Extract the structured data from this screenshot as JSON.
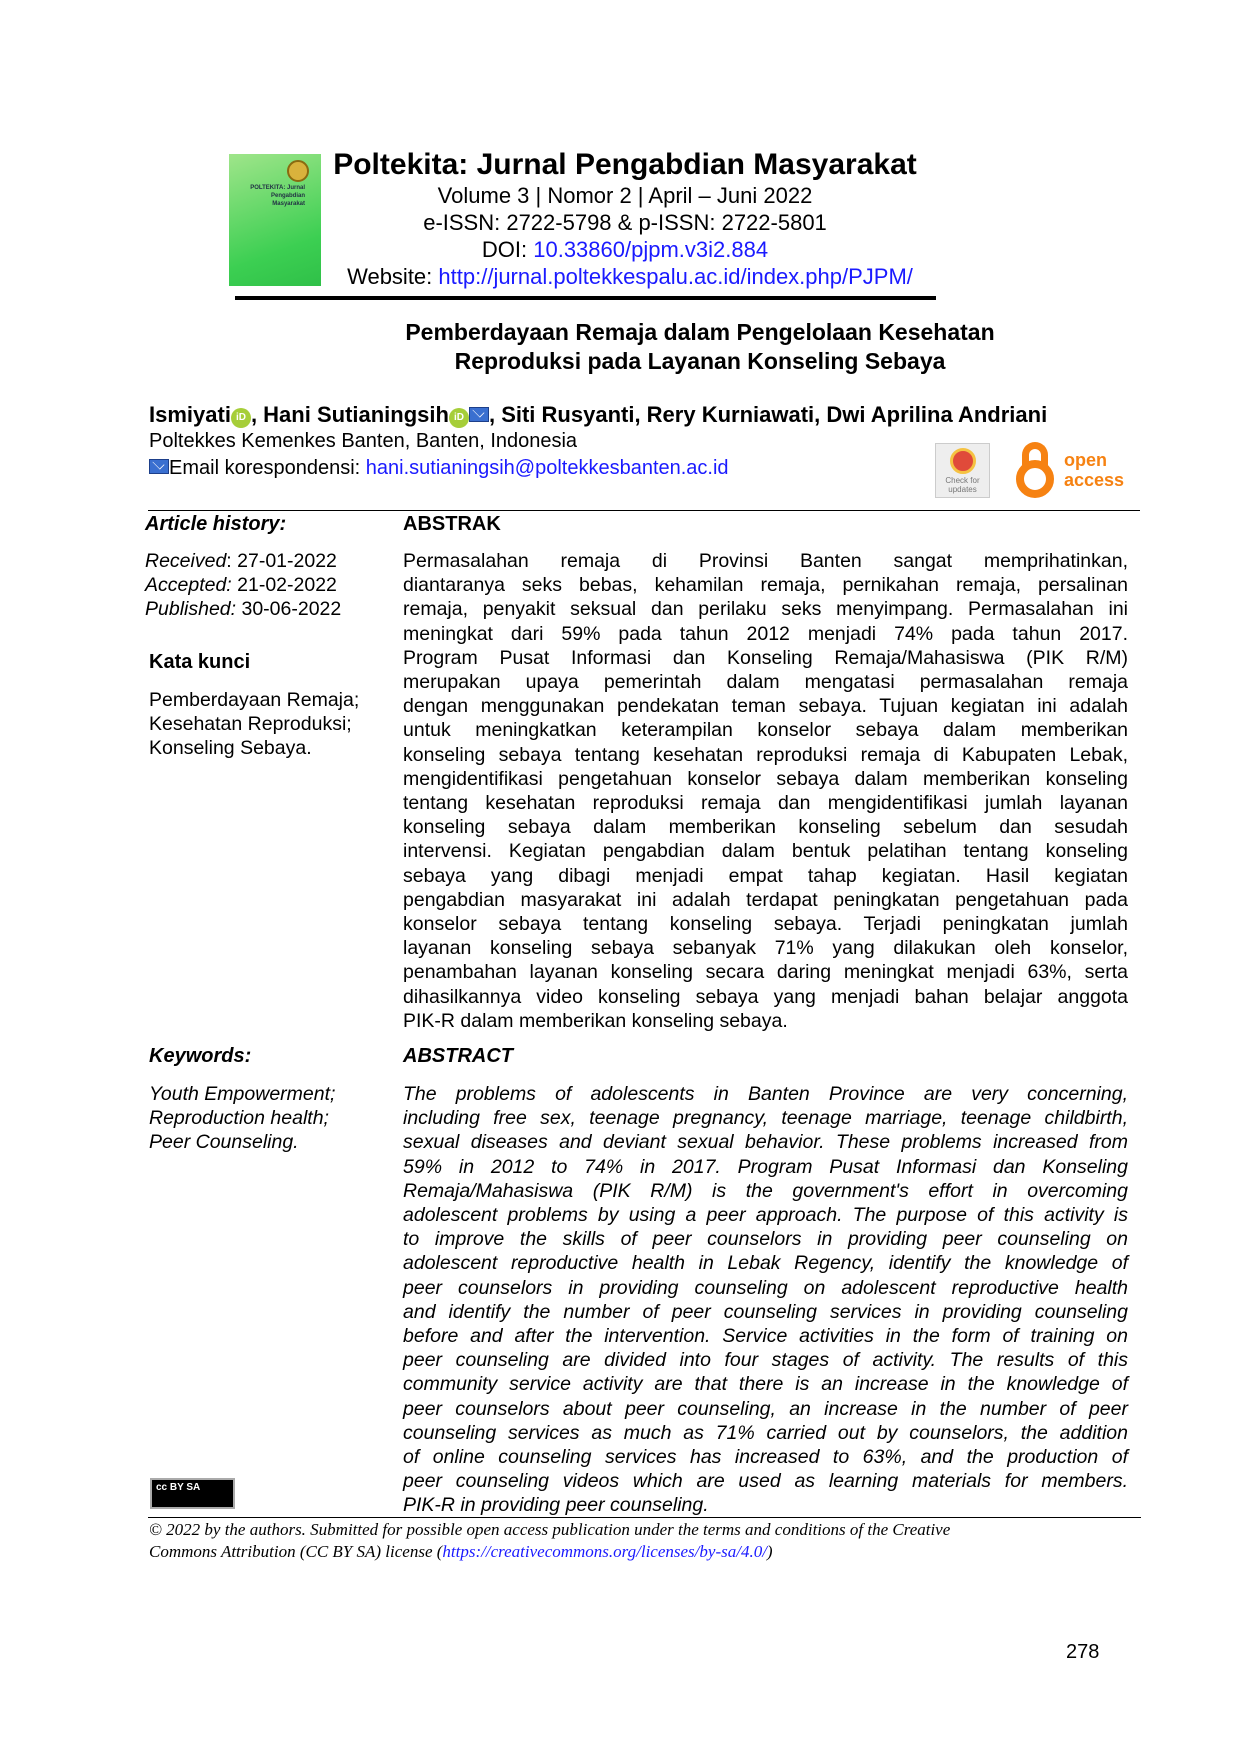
{
  "header": {
    "cover_text": "POLTEKITA: Jurnal Pengabdian Masyarakat",
    "journal_title": "Poltekita: Jurnal Pengabdian Masyarakat",
    "volume": "Volume 3 | Nomor 2 | April – Juni 2022",
    "issn": "e-ISSN: 2722-5798 & p-ISSN: 2722-5801",
    "doi_label": "DOI: ",
    "doi": "10.33860/pjpm.v3i2.884",
    "website_label": "Website: ",
    "website": "http://jurnal.poltekkespalu.ac.id/index.php/PJPM/"
  },
  "article": {
    "title_lines": [
      "Pemberdayaan Remaja dalam Pengelolaan Kesehatan",
      "Reproduksi pada Layanan Konseling Sebaya"
    ],
    "authors": {
      "a1": "Ismiyati",
      "sep1": ", ",
      "a2": "Hani Sutianingsih",
      "rest": ", Siti Rusyanti, Rery Kurniawati, Dwi Aprilina Andriani"
    },
    "orcid_label": "iD",
    "affiliation": "Poltekkes Kemenkes Banten, Banten, Indonesia",
    "email_label": "Email korespondensi: ",
    "email": "hani.sutianingsih@poltekkesbanten.ac.id",
    "badges": {
      "check_updates": "Check for updates",
      "open": "open",
      "access": "access"
    }
  },
  "left": {
    "history_heading": "Article history:",
    "received_label": "Received",
    "received": ": 27-01-2022",
    "accepted_label": "Accepted:",
    "accepted": " 21-02-2022",
    "published_label": "Published:",
    "published": " 30-06-2022",
    "kata_kunci_heading": "Kata kunci",
    "kata_kunci": [
      "Pemberdayaan Remaja;",
      "Kesehatan Reproduksi;",
      "Konseling Sebaya."
    ],
    "keywords_heading": "Keywords:",
    "keywords": [
      "Youth Empowerment;",
      "Reproduction health;",
      "Peer Counseling."
    ],
    "license_badge": "cc BY SA"
  },
  "abstrak": {
    "heading": "ABSTRAK",
    "lines": [
      "Permasalahan remaja di Provinsi Banten sangat memprihatinkan,",
      "diantaranya seks bebas, kehamilan remaja, pernikahan remaja, persalinan",
      "remaja, penyakit seksual dan perilaku seks menyimpang. Permasalahan ini",
      "meningkat dari 59% pada tahun 2012 menjadi 74% pada tahun 2017.",
      "Program Pusat Informasi dan Konseling Remaja/Mahasiswa (PIK R/M)",
      "merupakan upaya pemerintah dalam mengatasi permasalahan remaja",
      "dengan menggunakan pendekatan teman sebaya. Tujuan kegiatan ini adalah",
      "untuk meningkatkan keterampilan konselor sebaya dalam memberikan",
      "konseling sebaya tentang kesehatan reproduksi remaja di Kabupaten Lebak,",
      "mengidentifikasi pengetahuan konselor sebaya dalam memberikan konseling",
      "tentang kesehatan reproduksi remaja dan mengidentifikasi jumlah layanan",
      "konseling sebaya dalam memberikan konseling sebelum dan sesudah",
      "intervensi. Kegiatan pengabdian dalam bentuk pelatihan tentang konseling",
      "sebaya yang dibagi menjadi empat tahap kegiatan. Hasil kegiatan",
      "pengabdian masyarakat ini adalah terdapat peningkatan pengetahuan pada",
      "konselor sebaya tentang konseling sebaya. Terjadi peningkatan jumlah",
      "layanan konseling sebaya sebanyak 71% yang dilakukan oleh konselor,",
      "penambahan layanan konseling secara daring meningkat menjadi 63%, serta",
      "dihasilkannya video konseling sebaya yang menjadi bahan belajar anggota",
      "PIK-R dalam memberikan konseling sebaya."
    ]
  },
  "abstract": {
    "heading": "ABSTRACT",
    "lines": [
      "The problems of adolescents in Banten Province are very concerning,",
      "including free sex, teenage pregnancy, teenage marriage, teenage childbirth,",
      "sexual diseases and deviant sexual behavior. These problems increased from",
      "59% in 2012 to 74% in 2017. Program Pusat Informasi dan Konseling",
      "Remaja/Mahasiswa (PIK R/M) is the government's effort in overcoming",
      "adolescent problems by using a peer approach. The purpose of this activity is",
      "to improve the skills of peer counselors in providing peer counseling on",
      "adolescent reproductive health in Lebak Regency, identify the knowledge of",
      "peer counselors in providing counseling on adolescent reproductive health",
      "and identify the number of peer counseling services in providing counseling",
      "before and after the intervention. Service activities in the form of training on",
      "peer counseling are divided into four stages of activity. The results of this",
      "community service activity are that there is an increase in the knowledge of",
      "peer counselors about peer counseling, an increase in the number of peer",
      "counseling services as much as 71% carried out by counselors, the addition",
      "of online counseling services has increased to 63%, and the production of",
      "peer counseling videos which are used as learning materials for members.",
      "PIK-R in providing peer counseling."
    ]
  },
  "footer": {
    "line1": "© 2022 by the authors. Submitted for possible open access publication under the terms and conditions of the Creative",
    "line2_pre": "Commons Attribution (CC BY SA) license (",
    "link": "https://creativecommons.org/licenses/by-sa/4.0/",
    "line2_post": ")",
    "page_number": "278"
  }
}
